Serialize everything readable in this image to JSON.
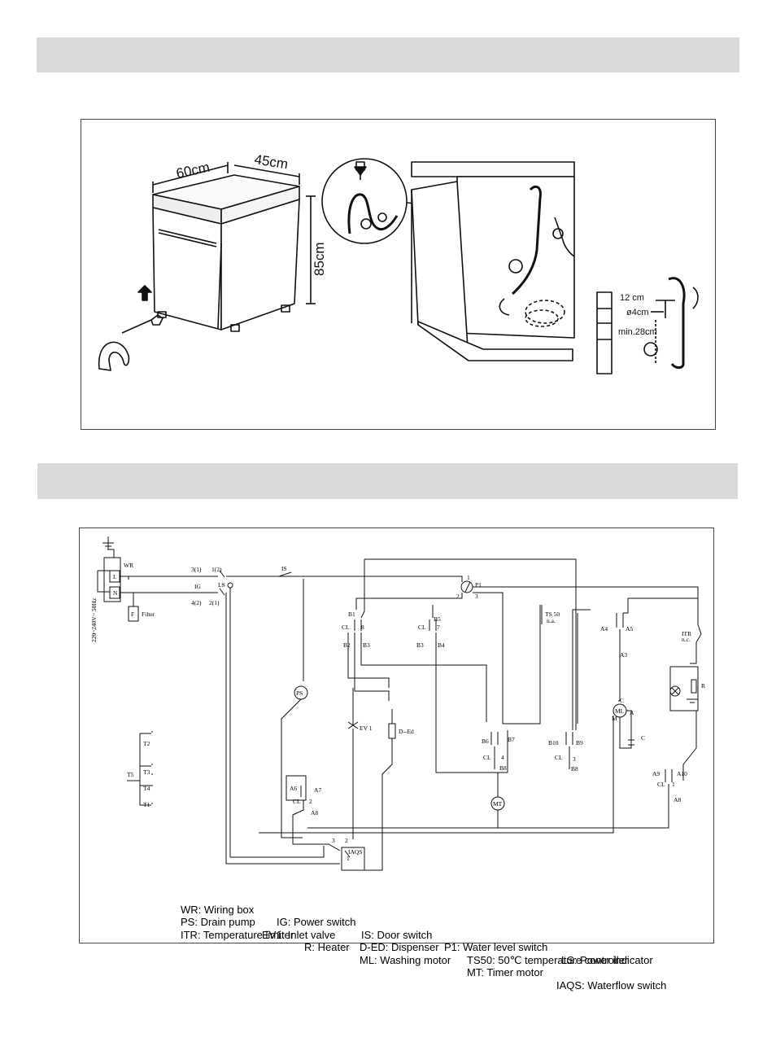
{
  "installation": {
    "dim_width": "60cm",
    "dim_depth": "45cm",
    "dim_height": "85cm",
    "hose_dim_top": "12 cm",
    "hose_dim_diameter": "ø4cm",
    "hose_dim_min": "min.28cm"
  },
  "schematic": {
    "labels": {
      "wr": "WR",
      "l": "L",
      "n": "N",
      "f": "F",
      "filter": "Filter",
      "voltage": "220~240V~ 50Hz",
      "pin31": "3(1)",
      "pin12": "1(2)",
      "pin42": "4(2)",
      "pin21": "2(1)",
      "ig": "IG",
      "ls": "LS",
      "is": "IS",
      "p1": "P1",
      "p1_1": "1",
      "p1_2": "2",
      "p1_3": "3",
      "b1": "B1",
      "cl_a": "CL",
      "b1_8": "8",
      "b2": "B2",
      "b3": "B3",
      "b5": "B5",
      "cl_b": "CL",
      "b5_7": "7",
      "b3b": "B3",
      "b4": "B4",
      "ts50": "TS 50",
      "ts50_na": "n.a.",
      "a4": "A4",
      "a5": "A5",
      "a3": "A3",
      "itr": "ITR",
      "itr_nc": "n.c.",
      "r": "R",
      "ps": "PS",
      "ev1": "EV 1",
      "ded": "D--Ed",
      "ml": "ML",
      "c_top": "C",
      "a": "A",
      "m": "M",
      "c_cap": "C",
      "b6": "B6",
      "b7": "B7",
      "cl_c": "CL",
      "b6_4": "4",
      "b8": "B8",
      "b10": "B10",
      "b9": "B9",
      "cl_d": "CL",
      "b10_3": "3",
      "b8b": "B8",
      "a9": "A9",
      "a10": "A10",
      "cl_e": "CL",
      "a9_1": "1",
      "a8": "A8",
      "mt": "MT",
      "a6": "A6",
      "a7": "A7",
      "cl_f": "CL",
      "a6_2": "2",
      "a8b": "A8",
      "iaqs_3": "3",
      "iaqs_2": "2",
      "iaqs": "IAQS",
      "iaqs_1": "1",
      "t2": "T2",
      "t3": "T3",
      "t5": "T5",
      "t4": "T4",
      "t1": "T1"
    },
    "legend": [
      [
        "WR: Wiring box",
        "IG: Power switch",
        "IS: Door switch",
        "P1: Water level switch",
        "LS: Power indicator"
      ],
      [
        "PS: Drain pump",
        "EV1: Inlet valve",
        "D-ED: Dispenser",
        "TS50: 50℃ temperature controller"
      ],
      [
        "ITR: Temperature limiter",
        "R: Heater",
        "ML: Washing motor",
        "MT: Timer motor",
        "IAQS: Waterflow switch"
      ]
    ]
  }
}
